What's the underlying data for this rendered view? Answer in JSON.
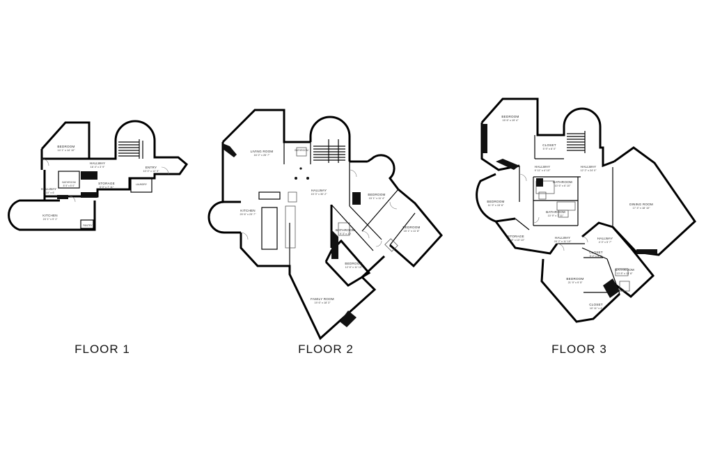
{
  "floors": [
    {
      "label": "FLOOR 1",
      "rooms": [
        {
          "name": "BEDROOM",
          "dims": "14' 1\" x 14' 10\""
        },
        {
          "name": "HALLWAY",
          "dims": "16' 4\" x 3' 9\""
        },
        {
          "name": "ENTRY",
          "dims": "10' 0\" x 12' 9\""
        },
        {
          "name": "STORAGE",
          "dims": "5' 0\" x 7' 11\""
        },
        {
          "name": "HALLWAY",
          "dims": "3' 10\" x 6'"
        },
        {
          "name": "KITCHEN",
          "dims": "24' 1\" x 9' 1\""
        },
        {
          "name": "BATHROOM",
          "dims": "8' 5\" x 5' 0\""
        },
        {
          "name": "LAUNDRY",
          "dims": ""
        },
        {
          "name": "PANTRY",
          "dims": ""
        }
      ]
    },
    {
      "label": "FLOOR 2",
      "rooms": [
        {
          "name": "LIVING ROOM",
          "dims": "16' 2\" x 26' 7\""
        },
        {
          "name": "HALLWAY",
          "dims": "15' 3\" x 30' 2\""
        },
        {
          "name": "KITCHEN",
          "dims": "20' 6\" x 23' 7\""
        },
        {
          "name": "BEDROOM",
          "dims": "15' 1\" x 11' 4\""
        },
        {
          "name": "BEDROOM",
          "dims": "15' 1\" x 11' 8\""
        },
        {
          "name": "BATHROOM",
          "dims": "9' 3\" x 10'"
        },
        {
          "name": "BEDROOM",
          "dims": "12' 6\" x 11' 10\""
        },
        {
          "name": "FAMILY ROOM",
          "dims": "19' 6\" x 18' 3\""
        },
        {
          "name": "BATHROOM",
          "dims": ""
        }
      ]
    },
    {
      "label": "FLOOR 3",
      "rooms": [
        {
          "name": "BEDROOM",
          "dims": "15' 6\" x 19' 4\""
        },
        {
          "name": "CLOSET",
          "dims": "5' 9\" x 6' 0\""
        },
        {
          "name": "HALLWAY",
          "dims": "9' 11\" x 4' 10\""
        },
        {
          "name": "HALLWAY",
          "dims": "12' 2\" x 24' 0\""
        },
        {
          "name": "BATHROOM",
          "dims": "10' 6\" x 6' 10\""
        },
        {
          "name": "BEDROOM",
          "dims": "11' 9\" x 15' 6\""
        },
        {
          "name": "BATHROOM",
          "dims": "10' 9\" x 7' 11\""
        },
        {
          "name": "DINING ROOM",
          "dims": "17' 4\" x 18' 10\""
        },
        {
          "name": "STORAGE",
          "dims": "11' 8\" x 10' 10\""
        },
        {
          "name": "HALLWAY",
          "dims": "29' 2\" x 11' 10\""
        },
        {
          "name": "HALLWAY",
          "dims": "4' 3\" x 5' 7\""
        },
        {
          "name": "CLOSET",
          "dims": "5' 2\" x 5' 7\""
        },
        {
          "name": "BATHROOM",
          "dims": "13' 8\" x 13' 8\""
        },
        {
          "name": "BEDROOM",
          "dims": "21' 9\" x 9' 5\""
        },
        {
          "name": "CLOSET",
          "dims": "10' 11\" x 4'"
        }
      ]
    }
  ]
}
